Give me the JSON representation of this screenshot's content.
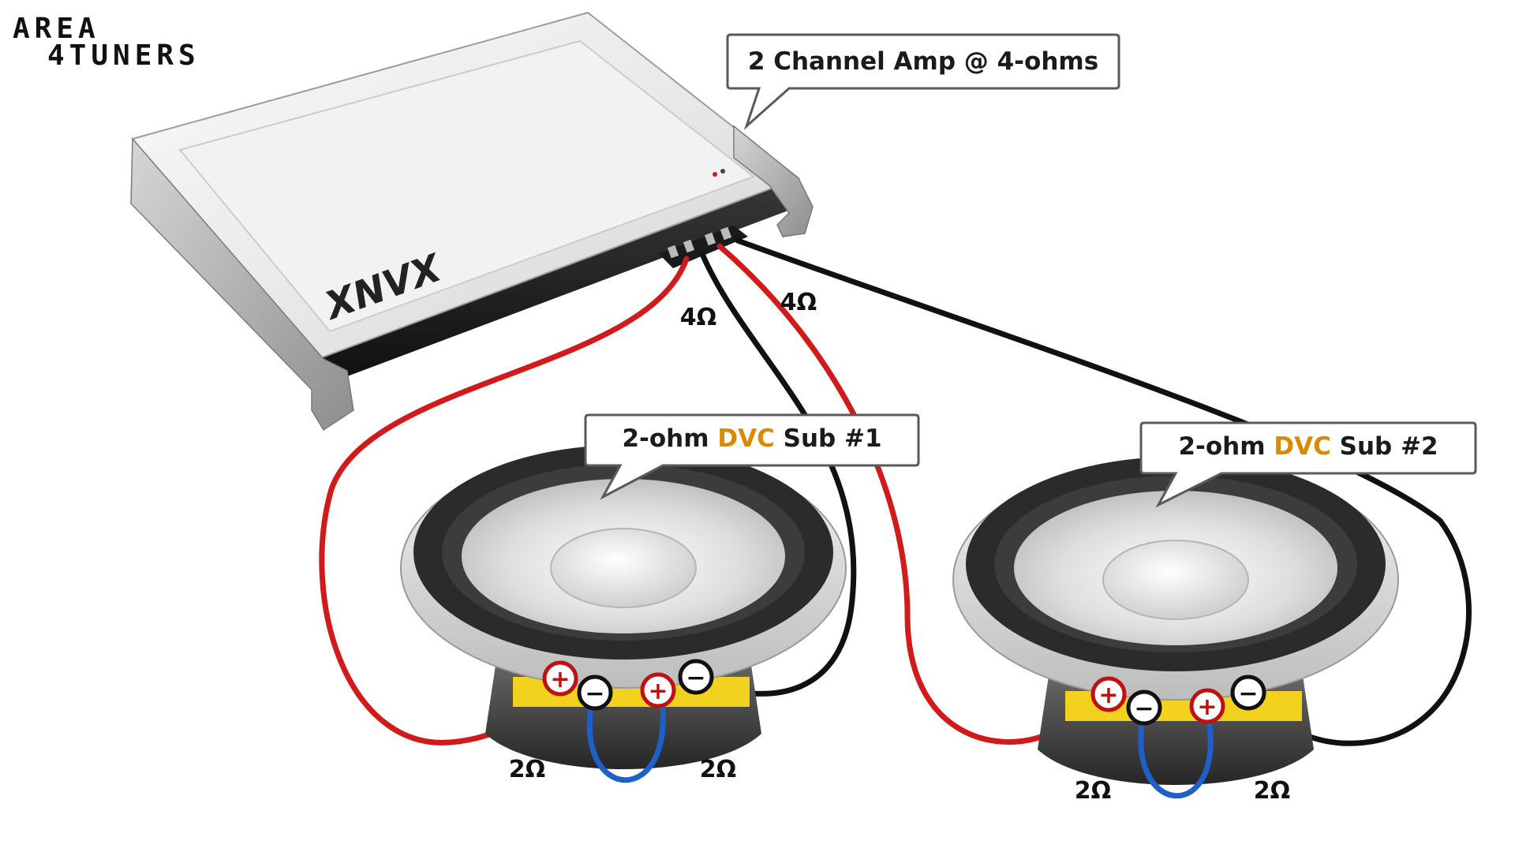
{
  "logo": {
    "line1": "AREA",
    "line2": "4TUNERS"
  },
  "amplifier": {
    "brand": "XNVX",
    "callout": "2 Channel Amp @ 4-ohms",
    "channel_left_load": "4Ω",
    "channel_right_load": "4Ω"
  },
  "subwoofers": [
    {
      "label_pre": "2-ohm ",
      "label_accent": "DVC",
      "label_post": " Sub #1",
      "coil_left": "2Ω",
      "coil_right": "2Ω"
    },
    {
      "label_pre": "2-ohm ",
      "label_accent": "DVC",
      "label_post": " Sub #2",
      "coil_left": "2Ω",
      "coil_right": "2Ω"
    }
  ],
  "terminals": {
    "plus": "+",
    "minus": "−"
  },
  "colors": {
    "positive_wire": "#d21a1a",
    "negative_wire": "#111111",
    "jumper_wire": "#1f5fc9",
    "accent_text": "#d98a00",
    "amp_body": "#e9e9e9",
    "sub_surround": "#2b2b2b",
    "magnet_band": "#f2d21e"
  }
}
